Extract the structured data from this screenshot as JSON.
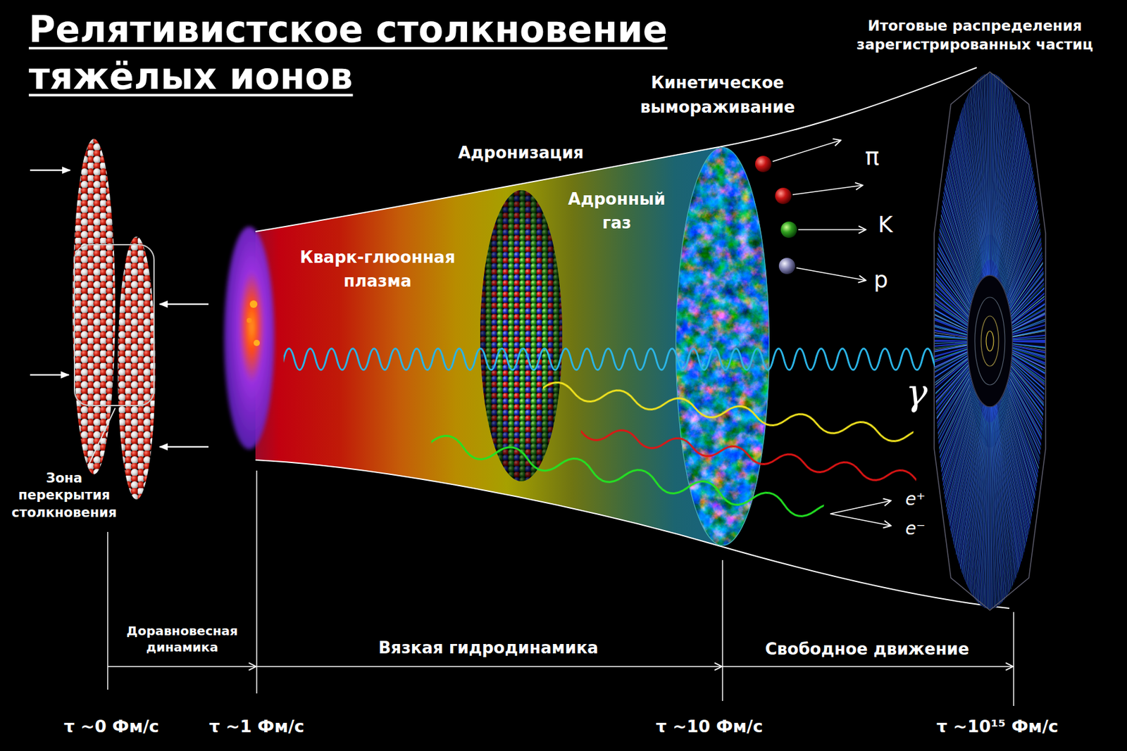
{
  "diagram": {
    "title": "Релятивистское столкновение тяжёлых ионов",
    "nodes": [
      {
        "text": [
          "Зона перекрытия столкновения"
        ]
      },
      {
        "text": [
          "Адронизация"
        ]
      },
      {
        "text": [
          "Кинетическое вымораживание"
        ]
      },
      {
        "text": [
          "Итоговые распределения зарегистрированных частиц"
        ]
      }
    ],
    "labels": [
      "Кварк-глюонная плазма",
      "Адронный газ",
      "π",
      "K",
      "p",
      "γ",
      "e⁺",
      "e⁻",
      "Доравновесная динамика",
      "Вязкая гидродинамика",
      "Свободное движение",
      "τ ~0 Фм/с",
      "τ ~1 Фм/с",
      "τ ~10 Фм/с",
      "τ ~10¹⁵ Фм/с"
    ]
  }
}
